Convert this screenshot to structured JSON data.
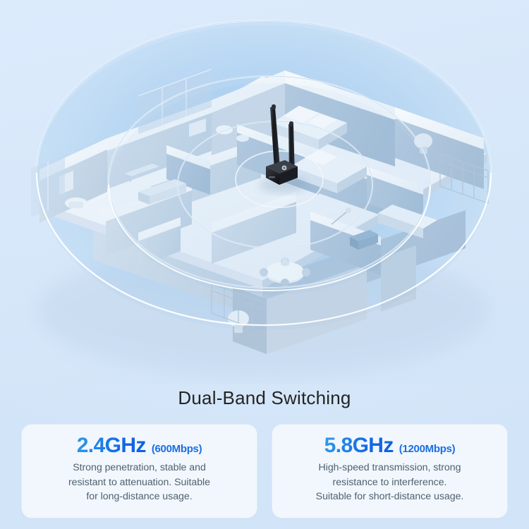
{
  "background": {
    "base_color": "#d8e8fa",
    "accent_color": "#1468e6"
  },
  "hero": {
    "scene_name": "isometric-house-floorplan-wifi-coverage",
    "device": {
      "name": "wifi-usb-adapter",
      "body_color": "#1b1d21",
      "antenna_count": 2
    },
    "signal": {
      "ring_color": "#7fb4e2",
      "ring_count": 3,
      "fill_color": "#8dbde6"
    },
    "rooms": [
      "bathroom",
      "living-room",
      "master-bedroom",
      "second-bedroom",
      "kitchen",
      "dining-room",
      "balcony",
      "hallway"
    ]
  },
  "copy": {
    "headline": "Dual-Band Switching",
    "cards": [
      {
        "id": "band-24",
        "band": "2.4GHz",
        "rate": "(600Mbps)",
        "lines": [
          "Strong penetration, stable and",
          "resistant to attenuation. Suitable",
          "for long-distance usage."
        ]
      },
      {
        "id": "band-58",
        "band": "5.8GHz",
        "rate": "(1200Mbps)",
        "lines": [
          "High-speed transmission, strong",
          "resistance to interference.",
          "Suitable for short-distance usage."
        ]
      }
    ]
  }
}
